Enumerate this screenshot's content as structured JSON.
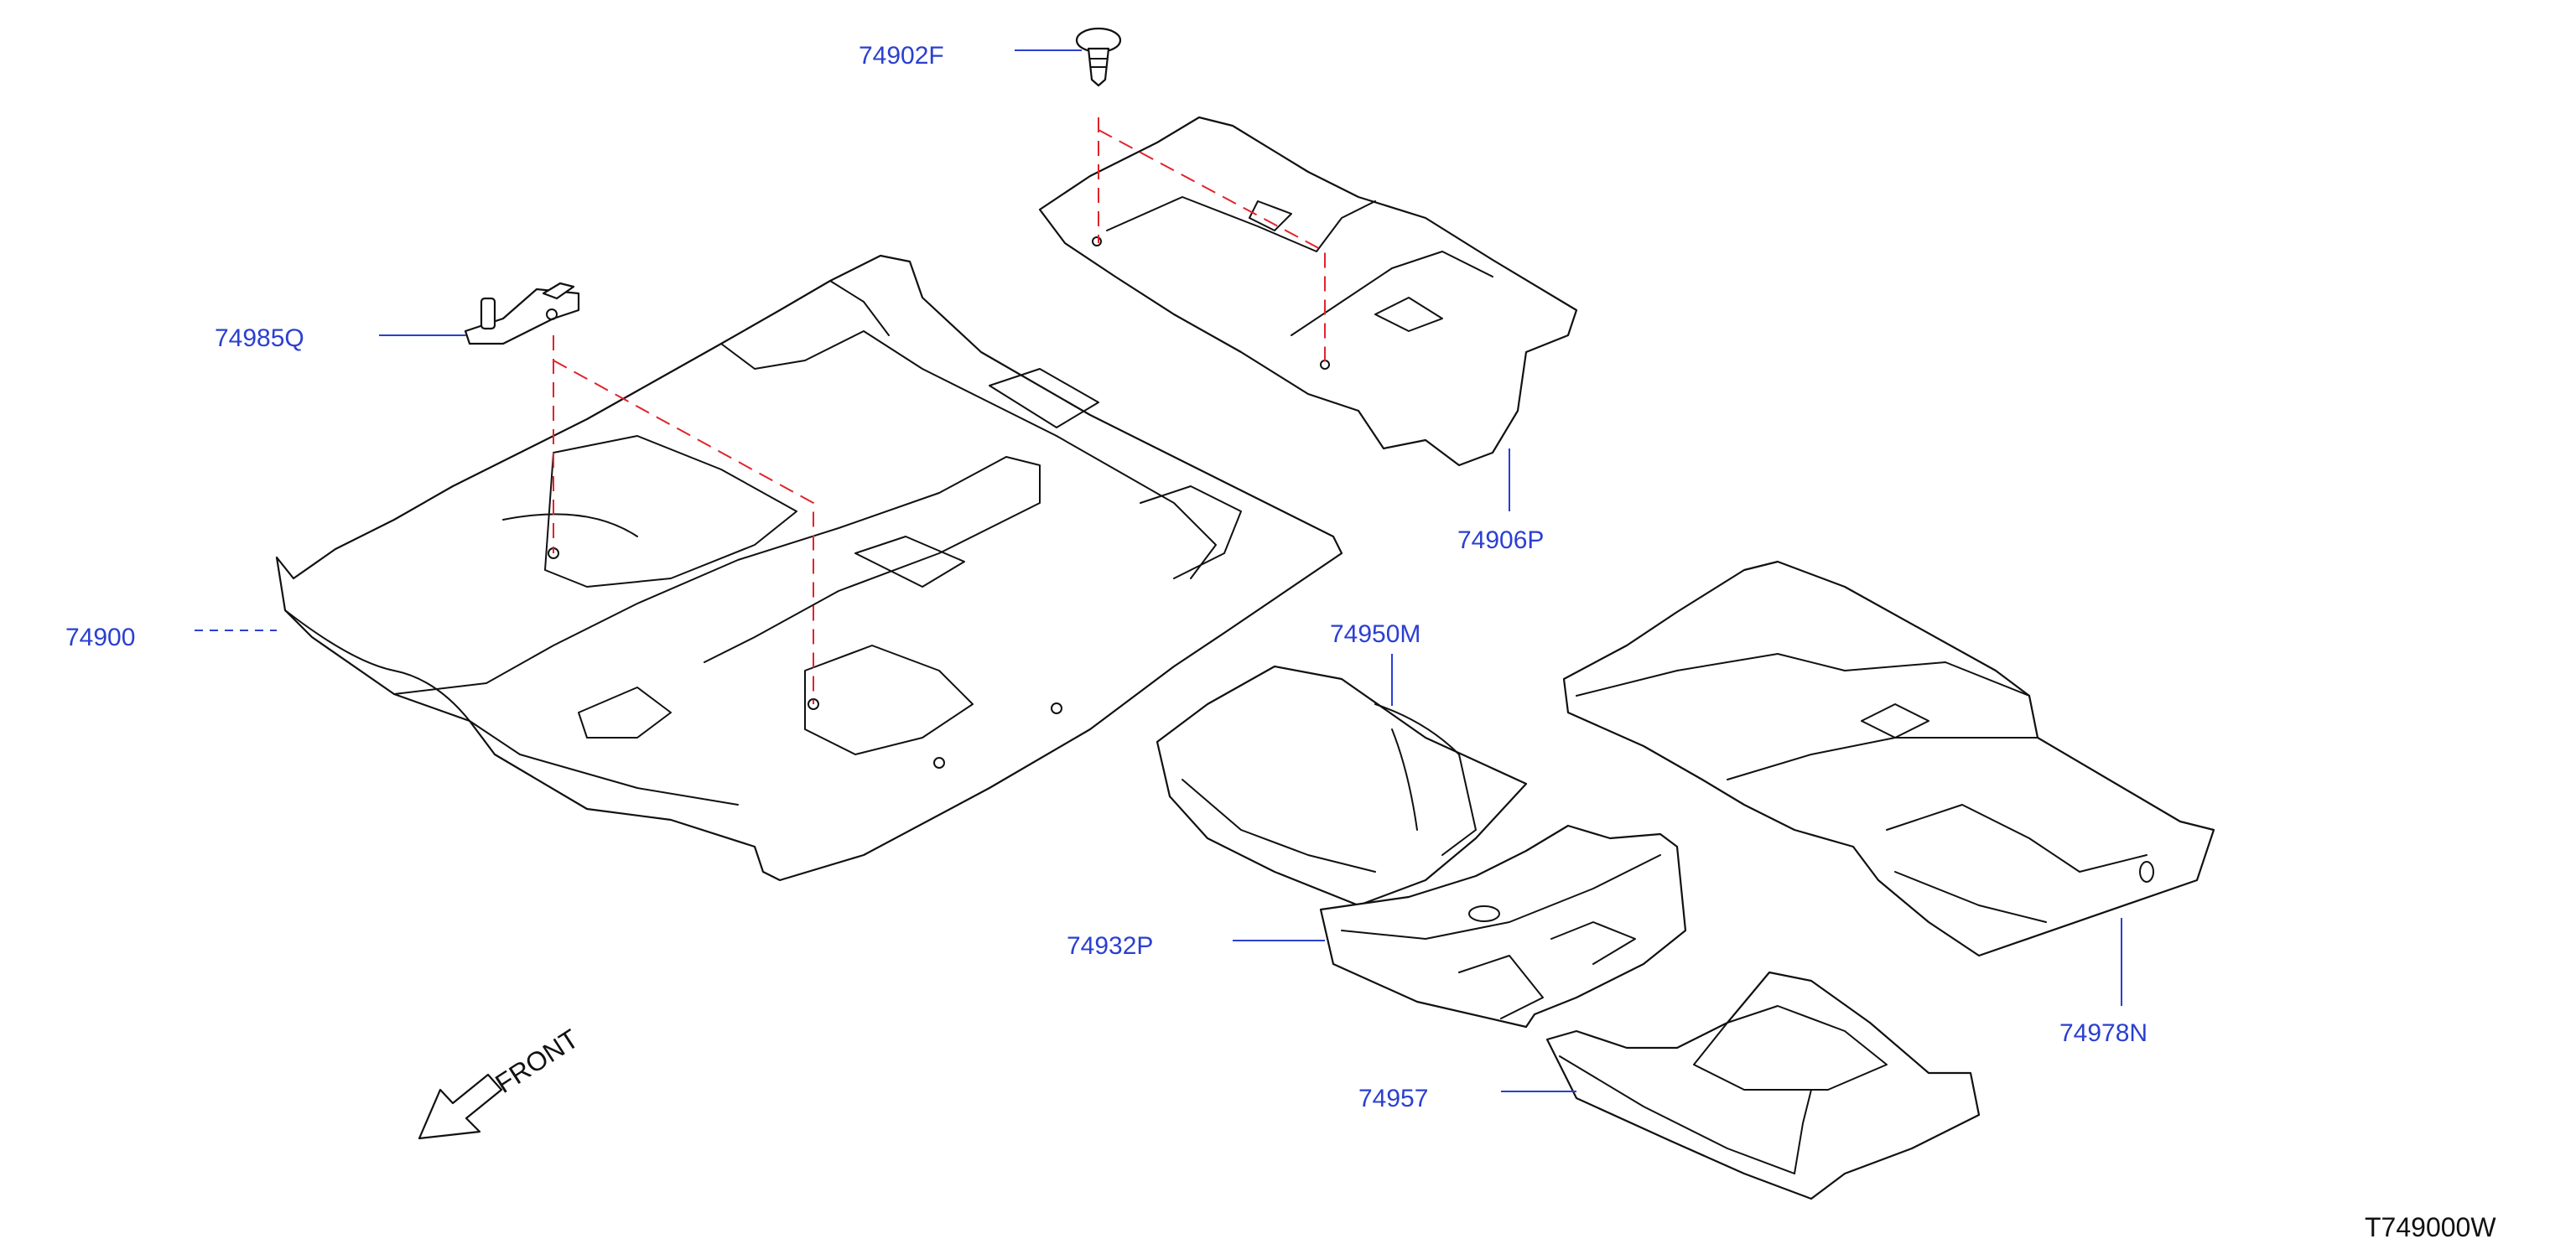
{
  "parts": [
    {
      "id": "p74902F",
      "label": "74902F"
    },
    {
      "id": "p74985Q",
      "label": "74985Q"
    },
    {
      "id": "p74906P",
      "label": "74906P"
    },
    {
      "id": "p74900",
      "label": "74900"
    },
    {
      "id": "p74950M",
      "label": "74950M"
    },
    {
      "id": "p74932P",
      "label": "74932P"
    },
    {
      "id": "p74978N",
      "label": "74978N"
    },
    {
      "id": "p74957",
      "label": "74957"
    }
  ],
  "direction": {
    "label": "FRONT",
    "icon": "front-arrow-icon"
  },
  "diagram_code": "T749000W",
  "colors": {
    "callout": "#2b3fd1",
    "hidden_line": "#e0242c",
    "outline": "#111111"
  }
}
